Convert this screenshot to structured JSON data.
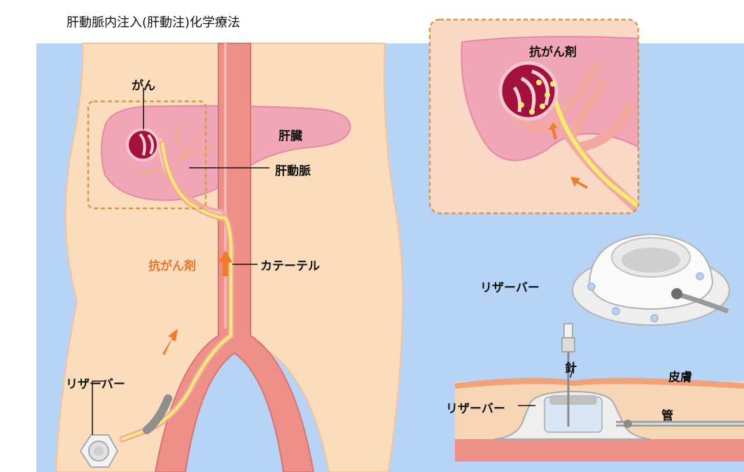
{
  "title": "肝動脈内注入(肝動注)化学療法",
  "labels": {
    "cancer": "がん",
    "liver": "肝臓",
    "hepatic_artery": "肝動脈",
    "anticancer_drug": "抗がん剤",
    "catheter": "カテーテル",
    "reservoir": "リザーバー",
    "needle": "針",
    "skin": "皮膚",
    "tube": "管"
  },
  "colors": {
    "background": "#b7d3f6",
    "body": "#fbdcbc",
    "body_edge": "#f2c49c",
    "aorta": "#ee8f89",
    "liver": "#f0a6b7",
    "tumor": "#a3123f",
    "catheter": "#f4ec74",
    "highlight_border": "#d49a4d",
    "arrow": "#f07c2a",
    "annotation_text_orange": "#e8742a"
  }
}
